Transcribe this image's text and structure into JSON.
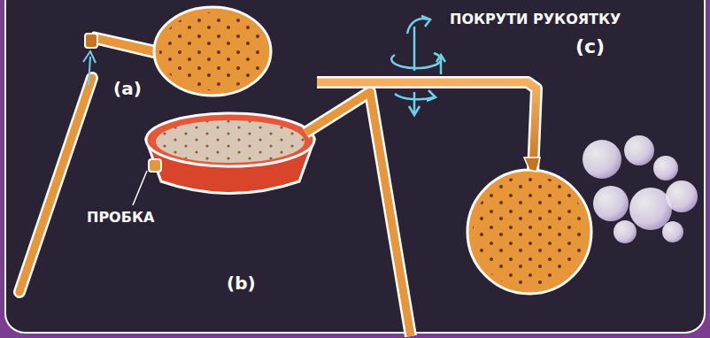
{
  "diagram": {
    "labels": [
      "(a)",
      "ПРОБКА",
      "(b)",
      "ПОКРУТИ РУКОЯТКУ",
      "(c)"
    ]
  }
}
